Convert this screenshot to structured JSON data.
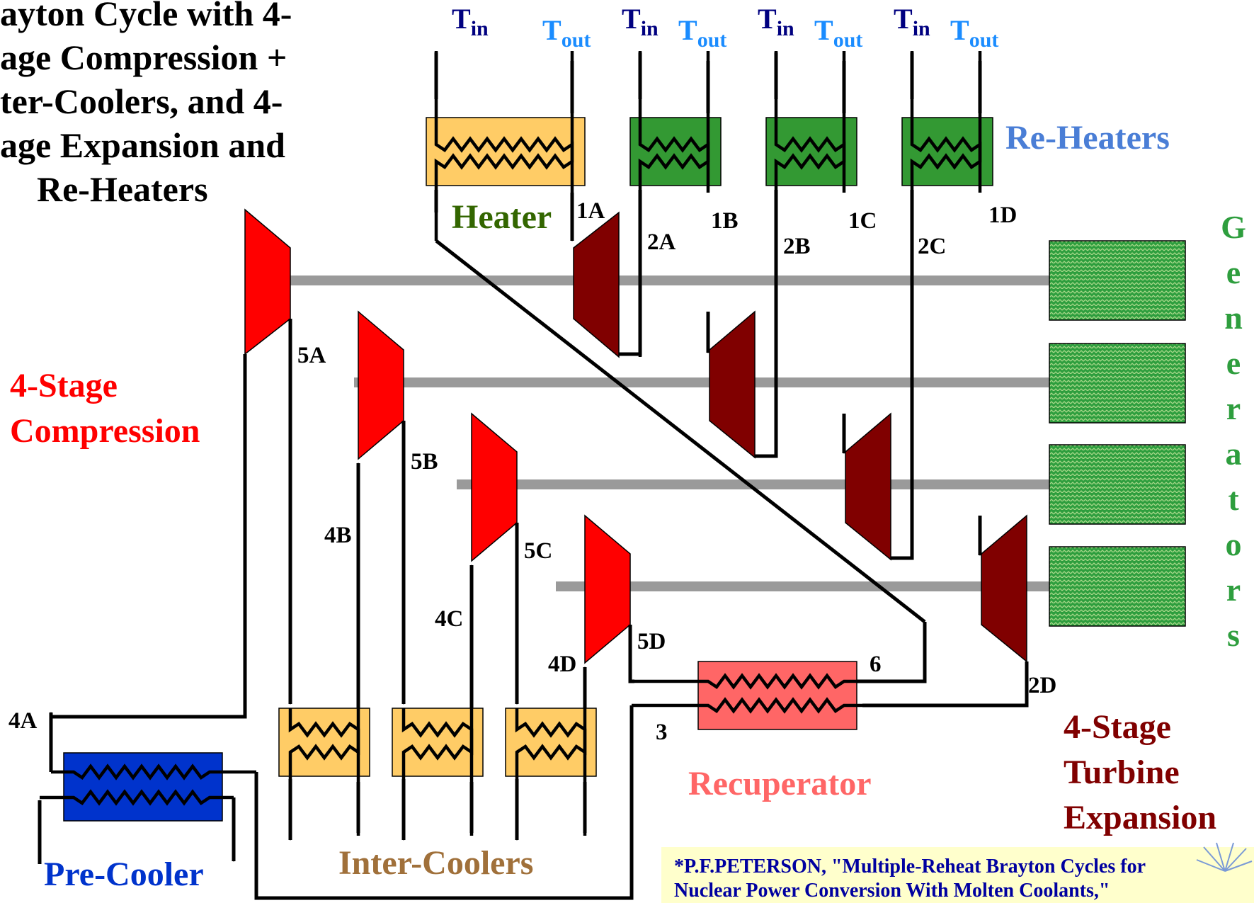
{
  "title_lines": [
    "ayton Cycle with 4-",
    "age Compression +",
    "ter-Coolers, and 4-",
    "age Expansion and",
    "Re-Heaters"
  ],
  "labels": {
    "heater": "Heater",
    "reheaters": "Re-Heaters",
    "compression": [
      "4-Stage",
      "Compression"
    ],
    "turbine": [
      "4-Stage",
      "Turbine",
      "Expansion"
    ],
    "recuperator": "Recuperator",
    "intercoolers": "Inter-Coolers",
    "precooler": "Pre-Cooler",
    "generators": [
      "G",
      "e",
      "n",
      "e",
      "r",
      "a",
      "t",
      "o",
      "r",
      "s"
    ]
  },
  "temps": {
    "t_main": "T",
    "in_sub": "in",
    "out_sub": "out"
  },
  "states": {
    "s1A": "1A",
    "s1B": "1B",
    "s1C": "1C",
    "s1D": "1D",
    "s2A": "2A",
    "s2B": "2B",
    "s2C": "2C",
    "s2D": "2D",
    "s3": "3",
    "s4A": "4A",
    "s4B": "4B",
    "s4C": "4C",
    "s4D": "4D",
    "s5A": "5A",
    "s5B": "5B",
    "s5C": "5C",
    "s5D": "5D",
    "s6": "6"
  },
  "reference": {
    "line1": "*P.F.PETERSON, \"Multiple-Reheat Brayton Cycles for",
    "line2": "Nuclear Power Conversion With Molten Coolants,\""
  },
  "colors": {
    "compressor": "#ff0000",
    "turbine": "#800000",
    "heater_fill": "#ffcc66",
    "reheater_fill": "#339933",
    "intercooler_fill": "#ffcc66",
    "precooler_fill": "#0033cc",
    "recuperator_fill": "#ff6666",
    "generator_fill": "#2e9e3e",
    "label_green": "#336600",
    "label_blue": "#4a7ed6",
    "label_red": "#ff0000",
    "label_maroon": "#800000",
    "label_pink": "#ff6666",
    "label_brown": "#a0703a",
    "label_navy": "#0033cc",
    "t_in": "#000080",
    "t_out": "#1a8cff",
    "reference_bg": "#ffffcc"
  }
}
